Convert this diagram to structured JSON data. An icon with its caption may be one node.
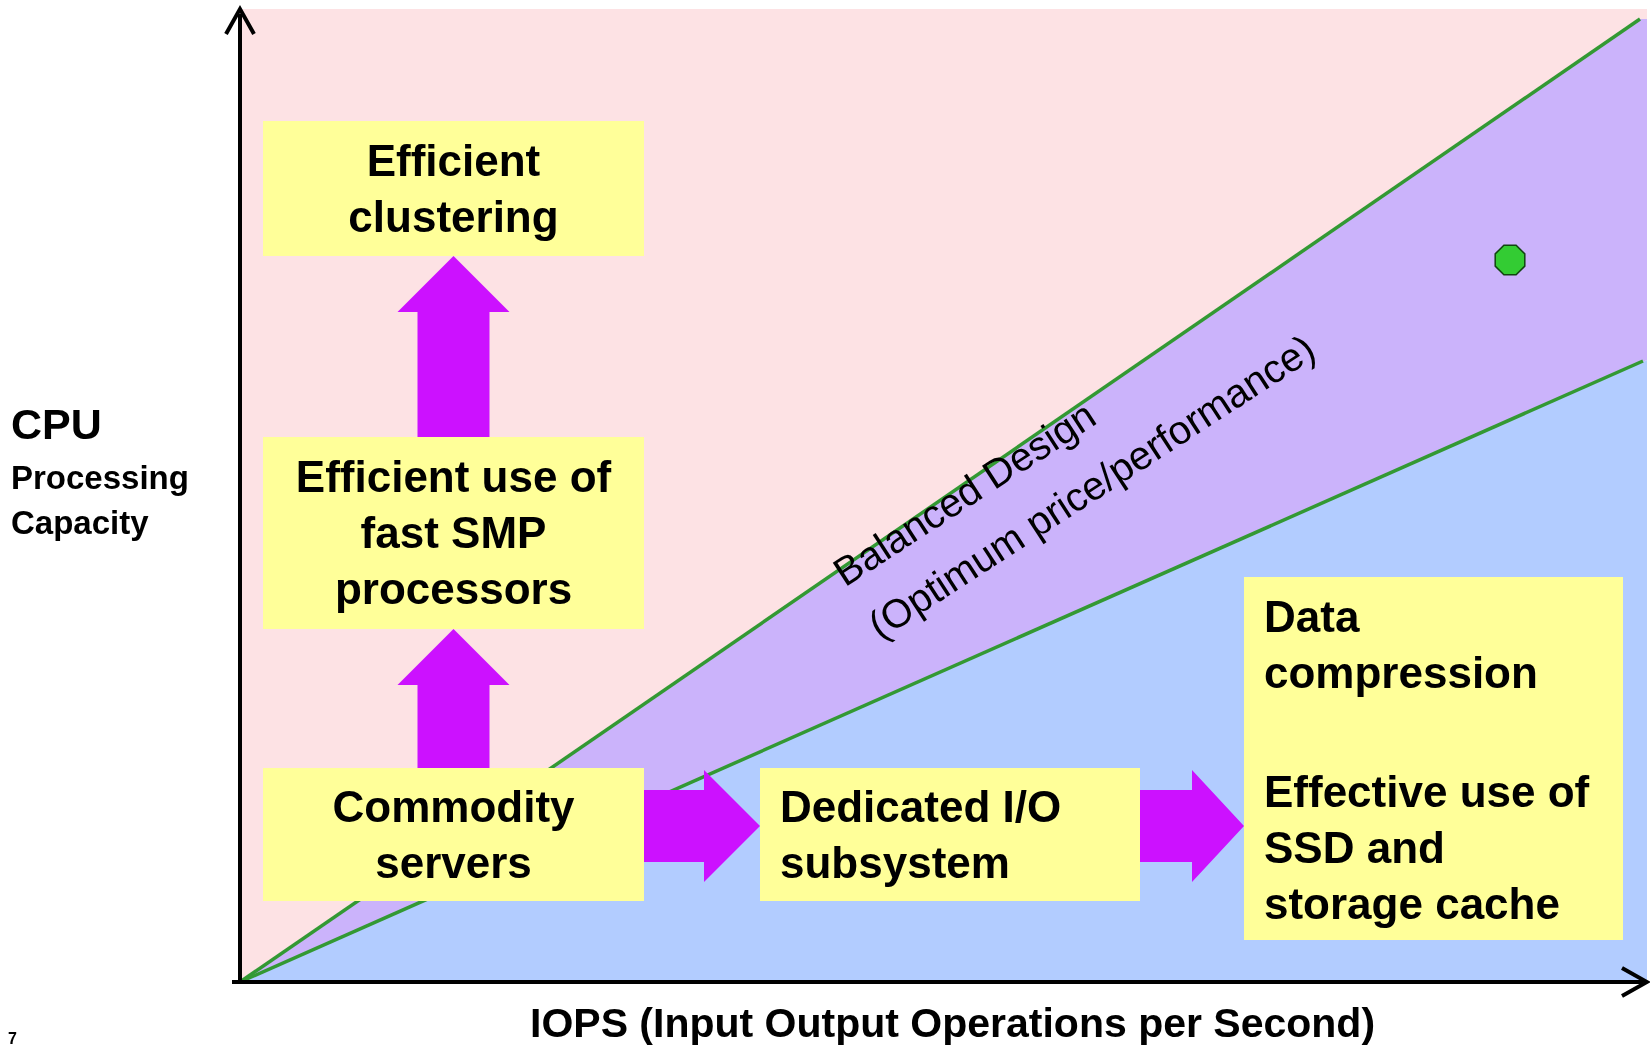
{
  "diagram": {
    "nodes": [
      {
        "text": [
          "Efficient clustering"
        ]
      },
      {
        "text": [
          "Efficient use of fast SMP processors"
        ]
      },
      {
        "text": [
          "Commodity servers"
        ]
      },
      {
        "text": [
          "Dedicated I/O subsystem"
        ]
      },
      {
        "text": [
          "Data compression",
          "Effective use of SSD and storage cache"
        ]
      }
    ],
    "edges": [
      {
        "from": 2,
        "to": 1,
        "arrow": "to"
      },
      {
        "from": 1,
        "to": 0,
        "arrow": "to"
      },
      {
        "from": 2,
        "to": 3,
        "arrow": "to"
      },
      {
        "from": 3,
        "to": 4,
        "arrow": "to"
      }
    ],
    "labels": [
      "CPU",
      "Processing Capacity",
      "Balanced  Design",
      "(Optimum price/performance)",
      "IOPS (Input Output Operations per Second)",
      "7"
    ]
  }
}
